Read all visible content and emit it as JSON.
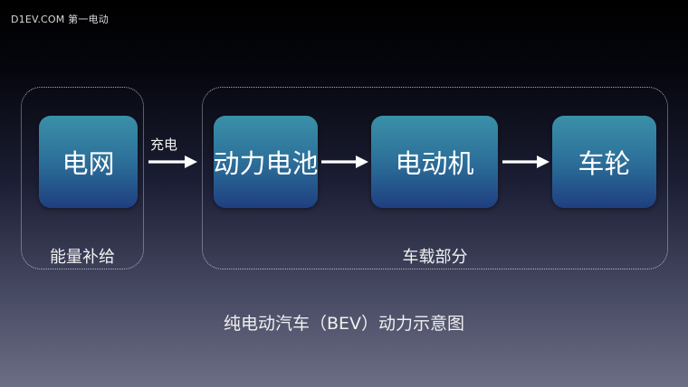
{
  "watermark": "D1EV.COM 第一电动",
  "groups": {
    "supply_label": "能量补给",
    "onboard_label": "车载部分"
  },
  "nodes": {
    "grid": "电网",
    "battery": "动力电池",
    "motor": "电动机",
    "wheel": "车轮"
  },
  "edges": {
    "charge_label": "充电"
  },
  "caption": "纯电动汽车（BEV）动力示意图",
  "colors": {
    "node_top": "#3a90a8",
    "node_bottom": "#1f3f80",
    "arrow": "#ffffff",
    "group_border": "#dcdeeb"
  }
}
